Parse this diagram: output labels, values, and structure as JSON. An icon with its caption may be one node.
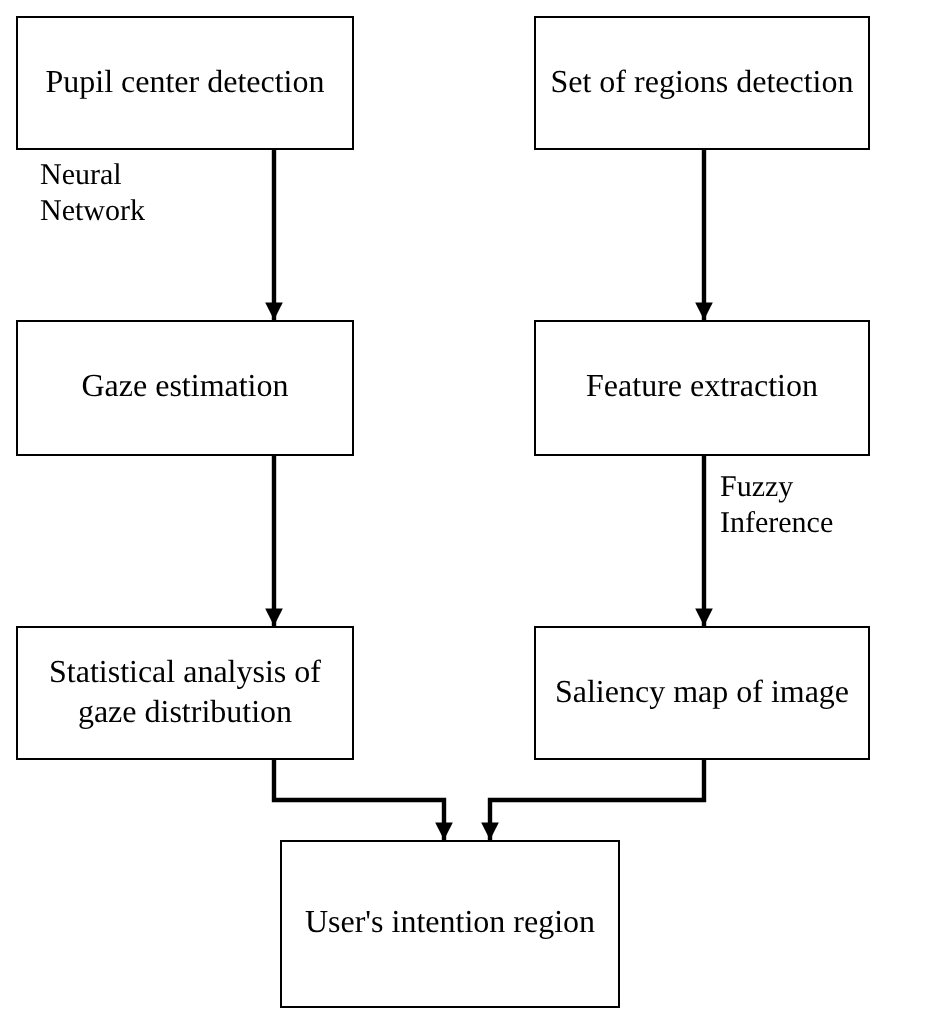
{
  "diagram": {
    "nodes": [
      {
        "text": [
          "Pupil center detection"
        ]
      },
      {
        "text": [
          "Set of regions detection"
        ]
      },
      {
        "text": [
          "Gaze estimation"
        ]
      },
      {
        "text": [
          "Feature extraction"
        ]
      },
      {
        "text": [
          "Statistical analysis of gaze distribution"
        ]
      },
      {
        "text": [
          "Saliency map of image"
        ]
      },
      {
        "text": [
          "User's intention region"
        ]
      }
    ],
    "edges": [
      {
        "from": 0,
        "to": 2,
        "arrow": "to",
        "label": "Neural Network"
      },
      {
        "from": 1,
        "to": 3,
        "arrow": "to"
      },
      {
        "from": 2,
        "to": 4,
        "arrow": "to"
      },
      {
        "from": 3,
        "to": 5,
        "arrow": "to",
        "label": "Fuzzy Inference"
      },
      {
        "from": 4,
        "to": 6,
        "arrow": "to"
      },
      {
        "from": 5,
        "to": 6,
        "arrow": "to"
      }
    ]
  }
}
